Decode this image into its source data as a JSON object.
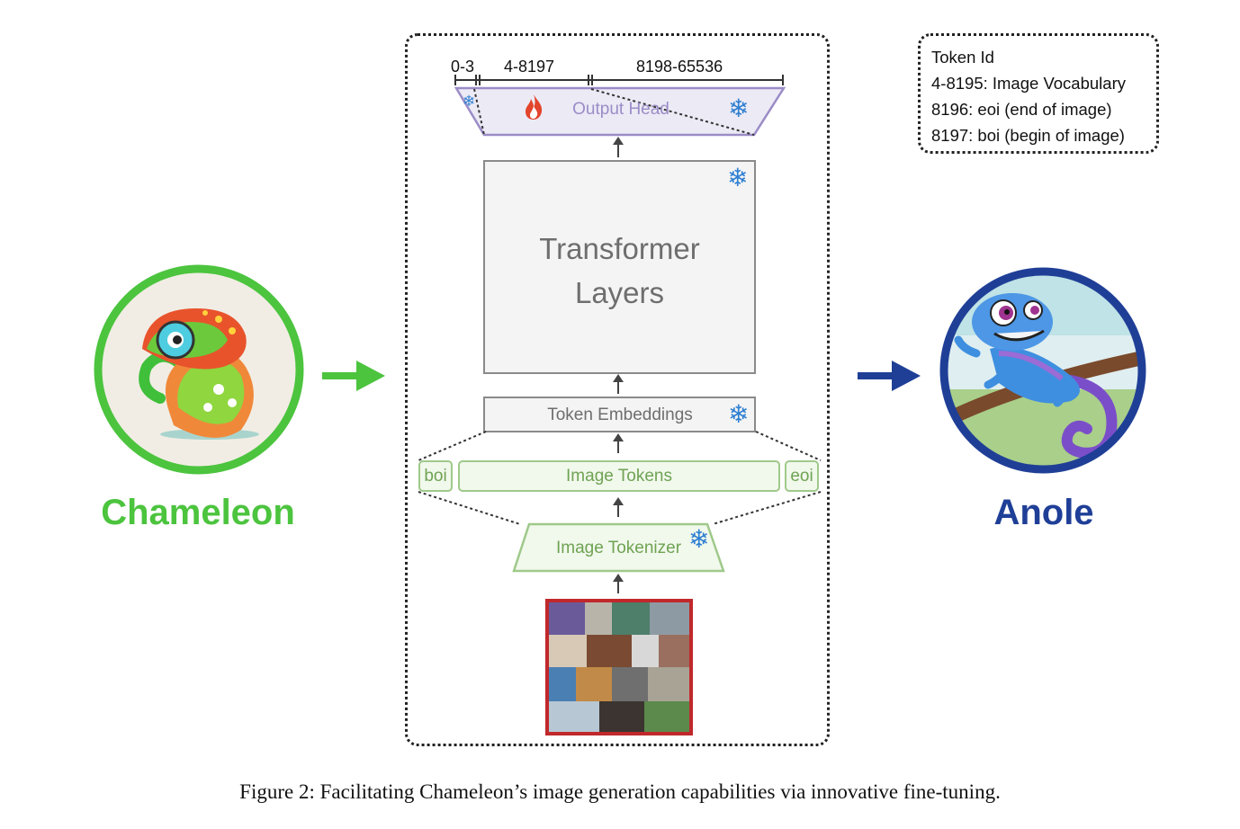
{
  "left_model": {
    "name": "Chameleon",
    "color": "#4cc43e"
  },
  "right_model": {
    "name": "Anole",
    "color": "#1f3f97"
  },
  "token_ranges": {
    "special": "0-3",
    "image": "4-8197",
    "text": "8198-65536"
  },
  "output_head": {
    "label": "Output Head",
    "trainable_icon": "flame-icon",
    "frozen_icon": "snowflake-icon"
  },
  "transformer": {
    "label_line1": "Transformer",
    "label_line2": "Layers",
    "frozen_icon": "snowflake-icon"
  },
  "token_embeddings": {
    "label": "Token Embeddings",
    "frozen_icon": "snowflake-icon"
  },
  "image_tokens": {
    "boi": "boi",
    "label": "Image Tokens",
    "eoi": "eoi"
  },
  "image_tokenizer": {
    "label": "Image Tokenizer",
    "frozen_icon": "snowflake-icon"
  },
  "legend": {
    "title": "Token Id",
    "lines": [
      "4-8195: Image Vocabulary",
      "8196: eoi (end of image)",
      "8197: boi (begin of image)"
    ]
  },
  "caption": "Figure 2: Facilitating Chameleon’s image generation capabilities via innovative fine-tuning.",
  "colors": {
    "chameleon_green": "#4cc43e",
    "anole_blue": "#1f3f97",
    "output_head_purple": "#9b8cc7",
    "frozen_blue": "#2f7fd1",
    "trainable_red": "#e2452b",
    "image_green": "#9fc98a"
  }
}
